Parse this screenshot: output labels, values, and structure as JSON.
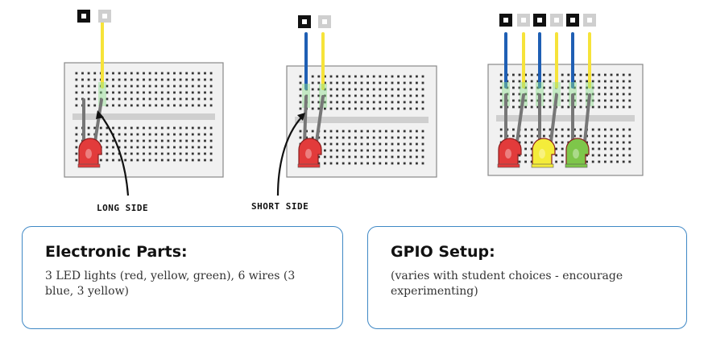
{
  "diagram": {
    "labels": {
      "long_side": "LONG SIDE",
      "short_side": "SHORT SIDE"
    },
    "panels": [
      {
        "leds": [
          "red"
        ],
        "wires": [
          "yellow"
        ]
      },
      {
        "leds": [
          "red"
        ],
        "wires": [
          "blue",
          "yellow"
        ]
      },
      {
        "leds": [
          "red",
          "yellow",
          "green"
        ],
        "wires": [
          "blue",
          "yellow",
          "blue",
          "yellow",
          "blue",
          "yellow"
        ]
      }
    ],
    "colors": {
      "wire_blue": "#1f5fb4",
      "wire_yellow": "#f6e33a",
      "led_red": "#e23b3b",
      "led_yellow": "#f4ec3a",
      "led_green": "#7ec64a",
      "breadboard": "#f1f1f1",
      "hole": "#333333",
      "card_border": "#3f88c5"
    }
  },
  "cards": {
    "parts": {
      "title": "Electronic Parts:",
      "text": "3 LED lights (red, yellow, green), 6 wires (3 blue, 3 yellow)"
    },
    "gpio": {
      "title": "GPIO Setup:",
      "text": "(varies with student choices - encourage experimenting)"
    }
  }
}
